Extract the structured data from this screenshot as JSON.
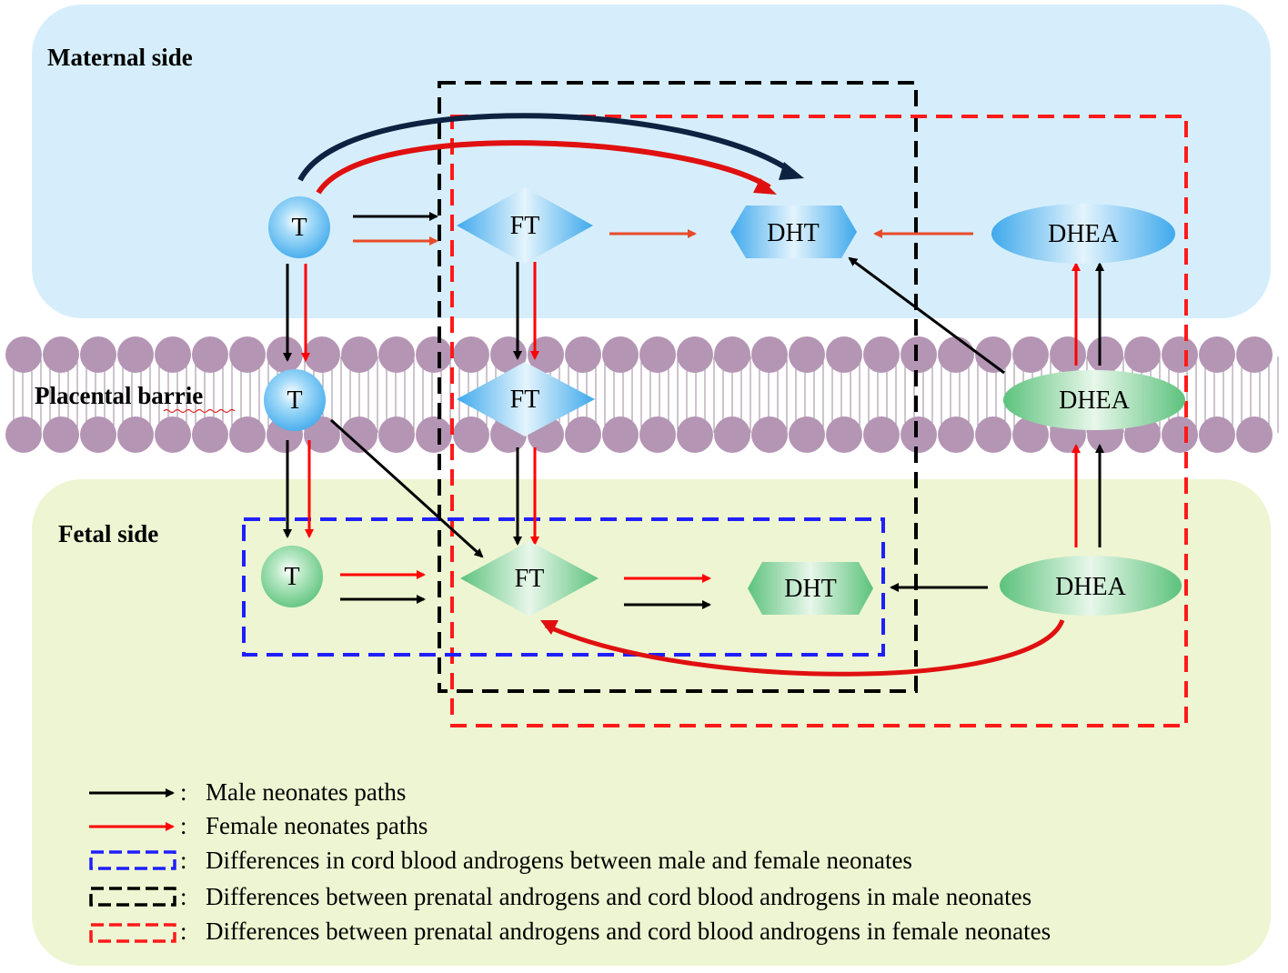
{
  "regions": {
    "maternal": "Maternal side",
    "placental": "Placental barrie",
    "fetal": "Fetal side"
  },
  "nodes": {
    "maternal_t": "T",
    "maternal_ft": "FT",
    "maternal_dht": "DHT",
    "maternal_dhea": "DHEA",
    "placenta_t": "T",
    "placenta_ft": "FT",
    "placenta_dhea": "DHEA",
    "fetal_t": "T",
    "fetal_ft": "FT",
    "fetal_dht": "DHT",
    "fetal_dhea": "DHEA"
  },
  "legend": {
    "separator": ":",
    "male": "Male neonates paths",
    "female": "Female neonates paths",
    "blue_box": "Differences in cord blood androgens between male and female neonates",
    "black_box": "Differences between prenatal androgens and cord blood androgens in male neonates",
    "red_box": "Differences between prenatal androgens and cord blood androgens in female neonates"
  },
  "colors": {
    "male_path": "#000000",
    "female_path": "#ff0000",
    "maternal_bg": "#d6eefc",
    "fetal_bg": "#eef5d2",
    "membrane": "#b496b4",
    "blue_box": "#1f1fff",
    "black_box": "#000000",
    "red_box": "#ff1a1a",
    "node_blue": "#5bbcf2",
    "node_green": "#7fd19a"
  }
}
